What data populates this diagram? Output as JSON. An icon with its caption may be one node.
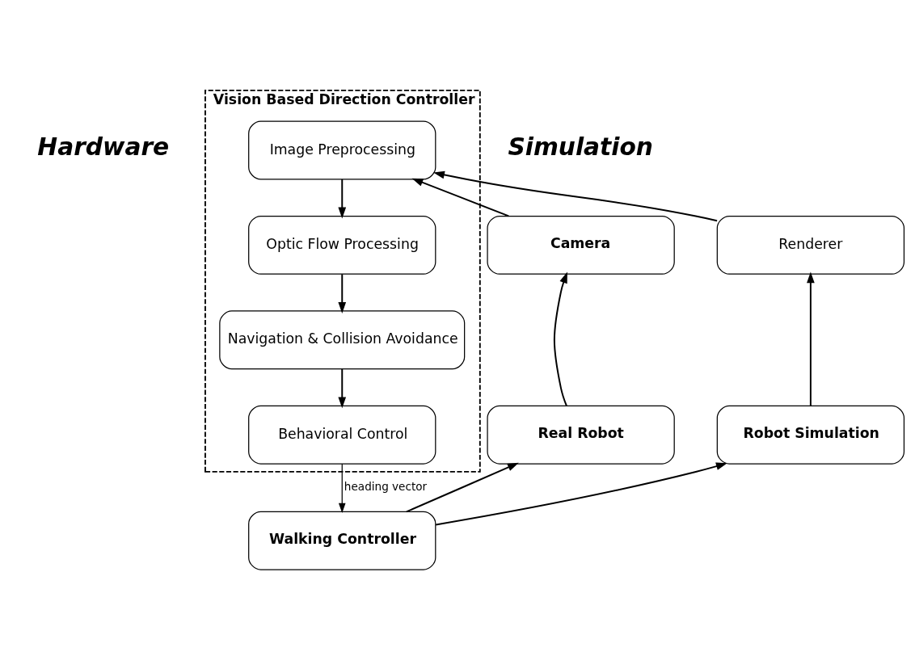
{
  "diagram": {
    "nodes": [
      {
        "text": [
          "Vision Based Direction Controller"
        ]
      },
      {
        "text": [
          "Image Preprocessing"
        ],
        "in": 0
      },
      {
        "text": [
          "Optic Flow Processing"
        ],
        "in": 0
      },
      {
        "text": [
          "Navigation & Collision Avoidance"
        ],
        "in": 0
      },
      {
        "text": [
          "Behavioral Control"
        ],
        "in": 0
      },
      {
        "text": [
          "Camera"
        ]
      },
      {
        "text": [
          "Renderer"
        ]
      },
      {
        "text": [
          "Real Robot"
        ]
      },
      {
        "text": [
          "Robot Simulation"
        ]
      },
      {
        "text": [
          "Walking Controller"
        ]
      }
    ],
    "edges": [
      {
        "from": 1,
        "to": 2,
        "arrow": "to"
      },
      {
        "from": 2,
        "to": 3,
        "arrow": "to"
      },
      {
        "from": 3,
        "to": 4,
        "arrow": "to"
      },
      {
        "from": 4,
        "to": 9,
        "arrow": "to",
        "label": "heading vector"
      },
      {
        "from": 5,
        "to": 1,
        "arrow": "to"
      },
      {
        "from": 6,
        "to": 1,
        "arrow": "to"
      },
      {
        "from": 7,
        "to": 5,
        "arrow": "to"
      },
      {
        "from": 8,
        "to": 6,
        "arrow": "to"
      },
      {
        "from": 9,
        "to": 7,
        "arrow": "to"
      },
      {
        "from": 9,
        "to": 8,
        "arrow": "to"
      }
    ],
    "labels": [
      "Hardware",
      "Simulation"
    ]
  }
}
